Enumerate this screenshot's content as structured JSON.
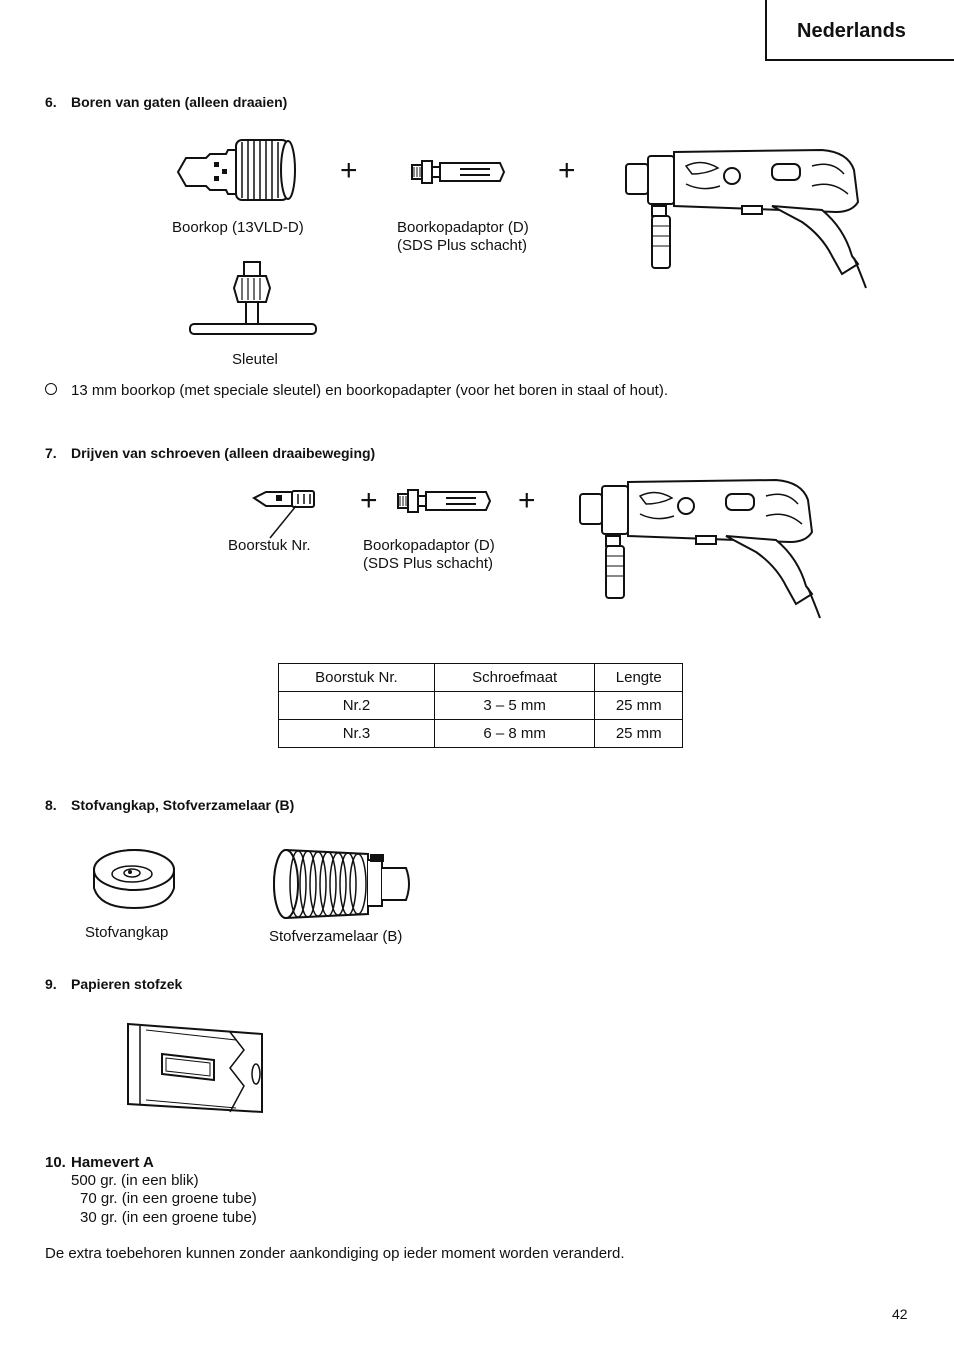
{
  "header": {
    "language": "Nederlands"
  },
  "sec6": {
    "number": "6.",
    "title": "Boren van gaten (alleen draaien)",
    "plus1": "+",
    "plus2": "+",
    "cap_chuck": "Boorkop (13VLD-D)",
    "cap_adapter_1": "Boorkopadaptor (D)",
    "cap_adapter_2": "(SDS Plus schacht)",
    "cap_key": "Sleutel",
    "note": "13 mm boorkop (met speciale sleutel) en boorkopadapter (voor het boren in staal of hout)."
  },
  "sec7": {
    "number": "7.",
    "title": "Drijven van schroeven (alleen draaibeweging)",
    "plus1": "+",
    "plus2": "+",
    "cap_bit": "Boorstuk Nr.",
    "cap_adapter_1": "Boorkopadaptor (D)",
    "cap_adapter_2": "(SDS Plus schacht)",
    "table": {
      "headers": [
        "Boorstuk Nr.",
        "Schroefmaat",
        "Lengte"
      ],
      "rows": [
        [
          "Nr.2",
          "3 – 5 mm",
          "25 mm"
        ],
        [
          "Nr.3",
          "6 – 8 mm",
          "25 mm"
        ]
      ]
    }
  },
  "sec8": {
    "number": "8.",
    "title": "Stofvangkap, Stofverzamelaar (B)",
    "cap_cup": "Stofvangkap",
    "cap_collector": "Stofverzamelaar (B)"
  },
  "sec9": {
    "number": "9.",
    "title": "Papieren stofzek"
  },
  "sec10": {
    "number": "10.",
    "title": "Hamevert A",
    "lines": [
      "500 gr. (in een blik)",
      "70 gr. (in een groene tube)",
      "30 gr. (in een groene tube)"
    ]
  },
  "footer_note": "De extra toebehoren kunnen zonder aankondiging op ieder moment worden veranderd.",
  "page_number": "42"
}
